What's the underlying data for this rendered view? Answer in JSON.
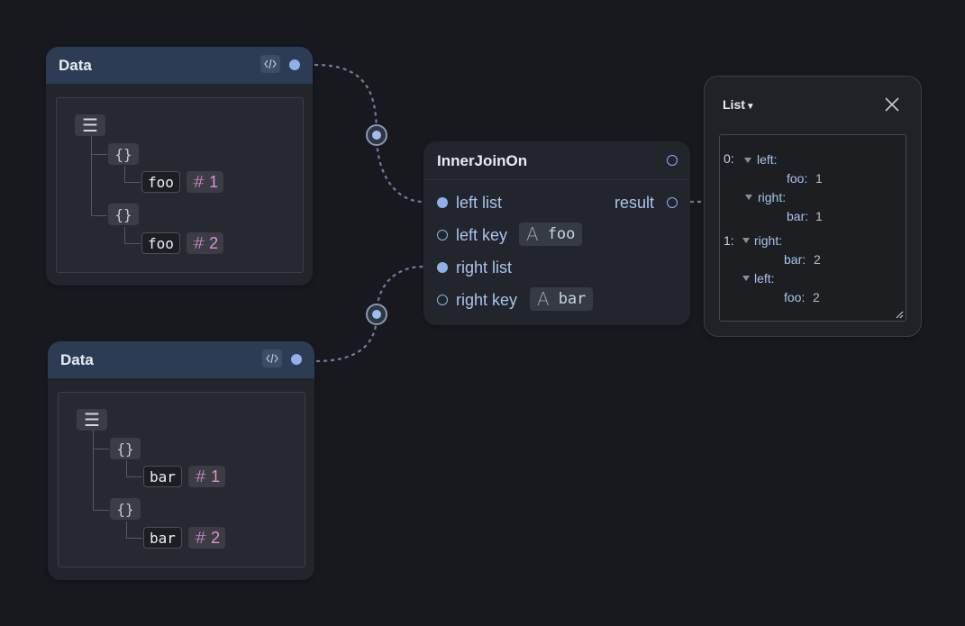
{
  "data_node_1": {
    "title": "Data",
    "items": [
      {
        "key": "foo",
        "value": "1"
      },
      {
        "key": "foo",
        "value": "2"
      }
    ]
  },
  "data_node_2": {
    "title": "Data",
    "items": [
      {
        "key": "bar",
        "value": "1"
      },
      {
        "key": "bar",
        "value": "2"
      }
    ]
  },
  "tree_icons": {
    "list": "☰",
    "object": "{}",
    "number": "#",
    "string": "A"
  },
  "join_node": {
    "title": "InnerJoinOn",
    "inputs": {
      "left_list": "left list",
      "left_key": "left key",
      "left_key_value": "foo",
      "right_list": "right list",
      "right_key": "right key",
      "right_key_value": "bar"
    },
    "output": "result"
  },
  "output_node": {
    "type_label": "List",
    "results": [
      {
        "index": "0:",
        "first": "left:",
        "first_key": "foo:",
        "first_val": "1",
        "second": "right:",
        "second_key": "bar:",
        "second_val": "1"
      },
      {
        "index": "1:",
        "first": "right:",
        "first_key": "bar:",
        "first_val": "2",
        "second": "left:",
        "second_key": "foo:",
        "second_val": "2"
      }
    ]
  },
  "colors": {
    "canvas": "#17191e",
    "node_bg": "#22252b",
    "header_bg": "#2d3c55",
    "port": "#8fb0e8",
    "number_tag": "#e48fd4",
    "edge": "#6e7f9c"
  }
}
